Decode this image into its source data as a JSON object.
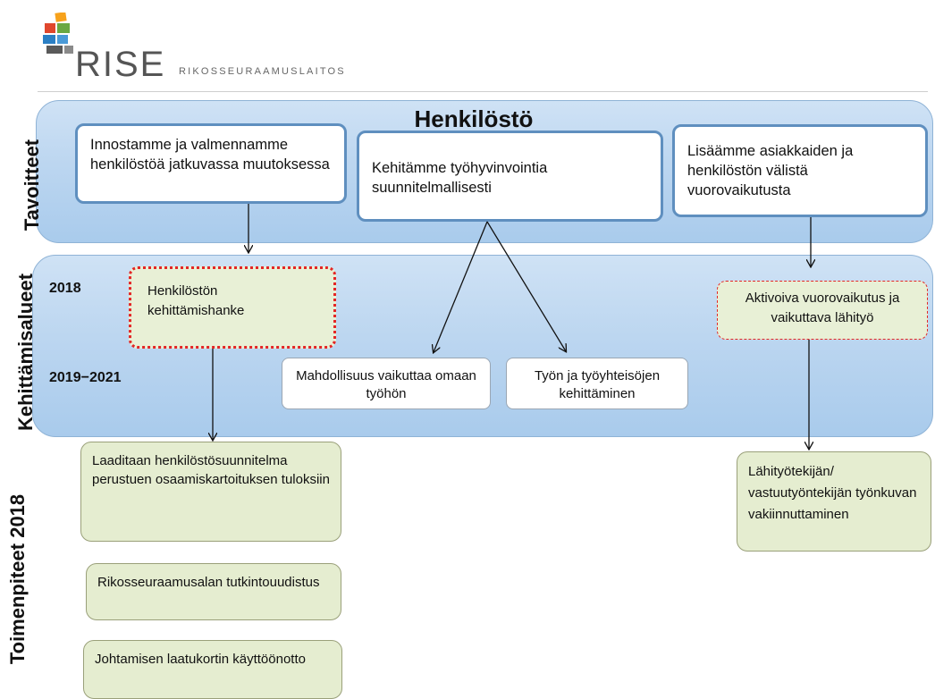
{
  "logo": {
    "name": "RISE",
    "subtitle": "RIKOSSEURAAMUSLAITOS",
    "colors": [
      "#f7a21b",
      "#e0472d",
      "#6aa842",
      "#2b7fc4",
      "#5a5a5a"
    ]
  },
  "labels": {
    "tavoitteet": "Tavoitteet",
    "kehittamisalueet": "Kehittämisalueet",
    "toimenpiteet": "Toimenpiteet 2018"
  },
  "title": "Henkilöstö",
  "goals": [
    "Innostamme ja valmennamme henkilöstöä jatkuvassa muutoksessa",
    "Kehitämme työhyvinvointia suunnitelmallisesti",
    "Lisäämme asiakkaiden ja henkilöstön välistä vuorovaikutusta"
  ],
  "years": {
    "y2018": "2018",
    "y2019": "2019−2021"
  },
  "development": {
    "henkiloston": "Henkilöstön kehittämishanke",
    "aktivoiva": "Aktivoiva vuorovaikutus ja vaikuttava lähityö",
    "mahdollisuus": "Mahdollisuus vaikuttaa omaan työhön",
    "tyon": "Työn ja työyhteisöjen kehittäminen"
  },
  "actions": {
    "laaditaan": "Laaditaan henkilöstösuunnitelma perustuen osaamiskartoituksen tuloksiin",
    "rikos": "Rikosseuraamusalan tutkintouudistus",
    "johtamisen": "Johtamisen laatukortin käyttöönotto",
    "lahityo": "Lähityötekijän/ vastuutyöntekijän työnkuvan vakiinnuttaminen"
  },
  "colors": {
    "band": "#bcd6f0",
    "goal_border": "#5f8fbf",
    "dashed_red": "#e32626",
    "action_fill": "#e5edd0"
  }
}
